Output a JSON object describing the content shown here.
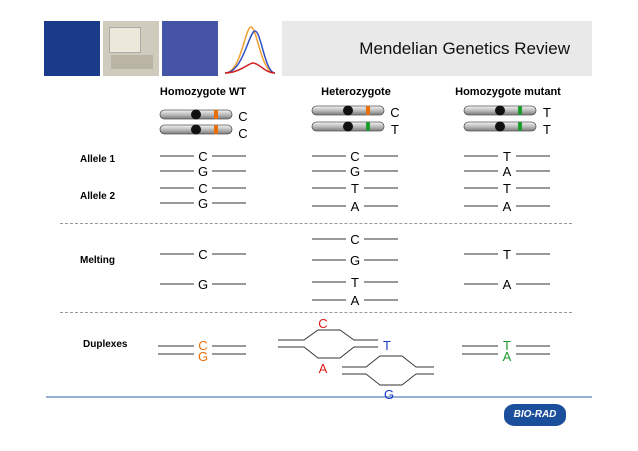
{
  "title": "Mendelian Genetics Review",
  "columns": {
    "wt": "Homozygote WT",
    "het": "Heterozygote",
    "mut": "Homozygote mutant"
  },
  "rows": {
    "allele1": "Allele 1",
    "allele2": "Allele 2",
    "melting": "Melting",
    "duplexes": "Duplexes"
  },
  "chromosome_labels": {
    "wt_top": "C",
    "wt_bottom": "C",
    "het_top": "C",
    "het_bottom": "T",
    "mut_top": "T",
    "mut_bottom": "T"
  },
  "allele1": {
    "wt": [
      "C",
      "G"
    ],
    "het": [
      "C",
      "G"
    ],
    "mut": [
      "T",
      "A"
    ]
  },
  "allele2": {
    "wt": [
      "C",
      "G"
    ],
    "het": [
      "T",
      "A"
    ],
    "mut": [
      "T",
      "A"
    ]
  },
  "melting": {
    "wt": [
      "C",
      "G"
    ],
    "het": [
      "C",
      "G",
      "T",
      "A"
    ],
    "mut": [
      "T",
      "A"
    ]
  },
  "duplexes": {
    "wt": [
      "C",
      "G"
    ],
    "het": [
      "C",
      "T",
      "A",
      "G"
    ],
    "mut": [
      "T",
      "A"
    ]
  },
  "logo": "BIO-RAD",
  "colors": {
    "orange": "#e8700a",
    "green": "#1f9a2e",
    "red": "#e01818",
    "blue": "#1a3ec8",
    "rule": "#2f5fa8",
    "navy": "#1b3d8c"
  }
}
